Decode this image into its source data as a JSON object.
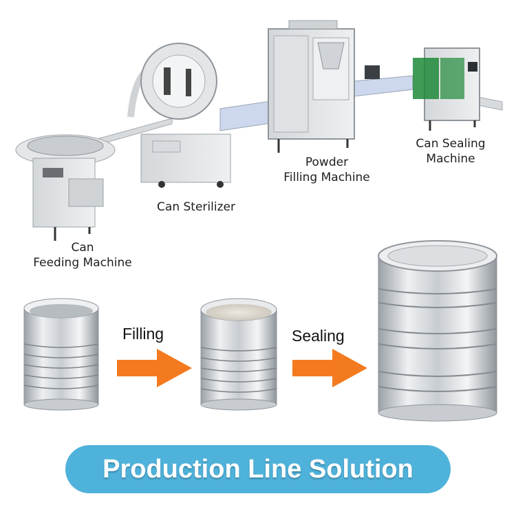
{
  "machines": [
    {
      "id": "can-feeding",
      "line1": "Can",
      "line2": "Feeding Machine"
    },
    {
      "id": "can-sterilizer",
      "line1": "Can Sterilizer"
    },
    {
      "id": "powder-filling",
      "line1": "Powder",
      "line2": "Filling Machine"
    },
    {
      "id": "can-sealing",
      "line1": "Can Sealing",
      "line2": "Machine"
    }
  ],
  "steps": {
    "filling": "Filling",
    "sealing": "Sealing"
  },
  "banner": {
    "title": "Production Line Solution"
  },
  "colors": {
    "arrow": "#f47a1f",
    "banner": "#4fb2da",
    "steel_light": "#e6e8ea",
    "steel_dark": "#9aa0a6",
    "conveyor_blue": "#c9d6f2",
    "sealer_green": "#1f8a3a"
  }
}
